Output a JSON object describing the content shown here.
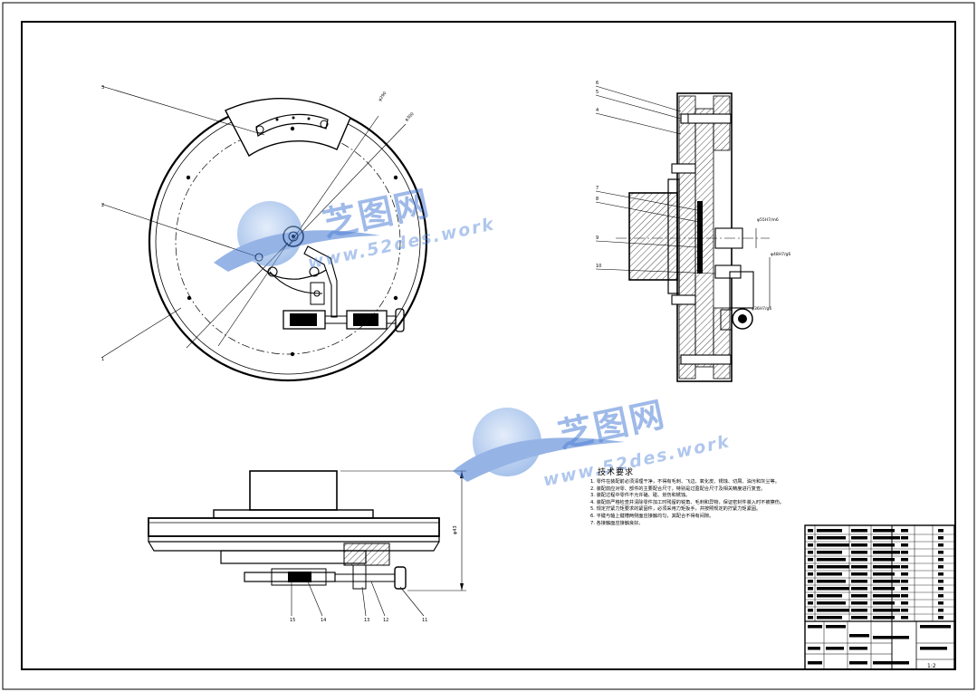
{
  "watermark": {
    "brand": "芝图网",
    "url": "www.52des.work",
    "color": "#5082d7"
  },
  "technical_requirements": {
    "title": "技术要求",
    "lines": [
      "1. 零件在装配前必须清理干净，不得有毛刺、飞边、氧化皮、锈蚀、切屑、油污和灰尘等。",
      "2. 装配前应对零、部件的主要配合尺寸，特别是过盈配合尺寸及相关精度进行复查。",
      "3. 装配过程中零件不允许磕、碰、划伤和锈蚀。",
      "4. 装配前严格检查并清除零件加工时残留的锐角、毛刺和异物，保证密封件装入时不被擦伤。",
      "5. 规定拧紧力矩要求的紧固件，必须采用力矩扳手，并按照规定的拧紧力矩紧固。",
      "6. 平键与轴上键槽两侧面应接触均匀，其配合不得有间隙。",
      "7. 各接触面应接触良好。"
    ]
  },
  "dimensions": {
    "front_height": "φ43",
    "side_dim_1": "φ55H7/m6",
    "side_dim_2": "φ48H7/g6",
    "side_dim_3": "φ36H7/g6",
    "dia_1": "φ290",
    "dia_2": "φ300"
  },
  "part_labels": {
    "top_view": [
      "3",
      "2",
      "1"
    ],
    "side_view": [
      "6",
      "5",
      "4",
      "7",
      "8",
      "9",
      "10"
    ],
    "front_view": [
      "15",
      "14",
      "13",
      "12",
      "11"
    ]
  },
  "title_block": {
    "scale": "1:2"
  },
  "colors": {
    "line": "#000000",
    "paper": "#ffffff"
  }
}
